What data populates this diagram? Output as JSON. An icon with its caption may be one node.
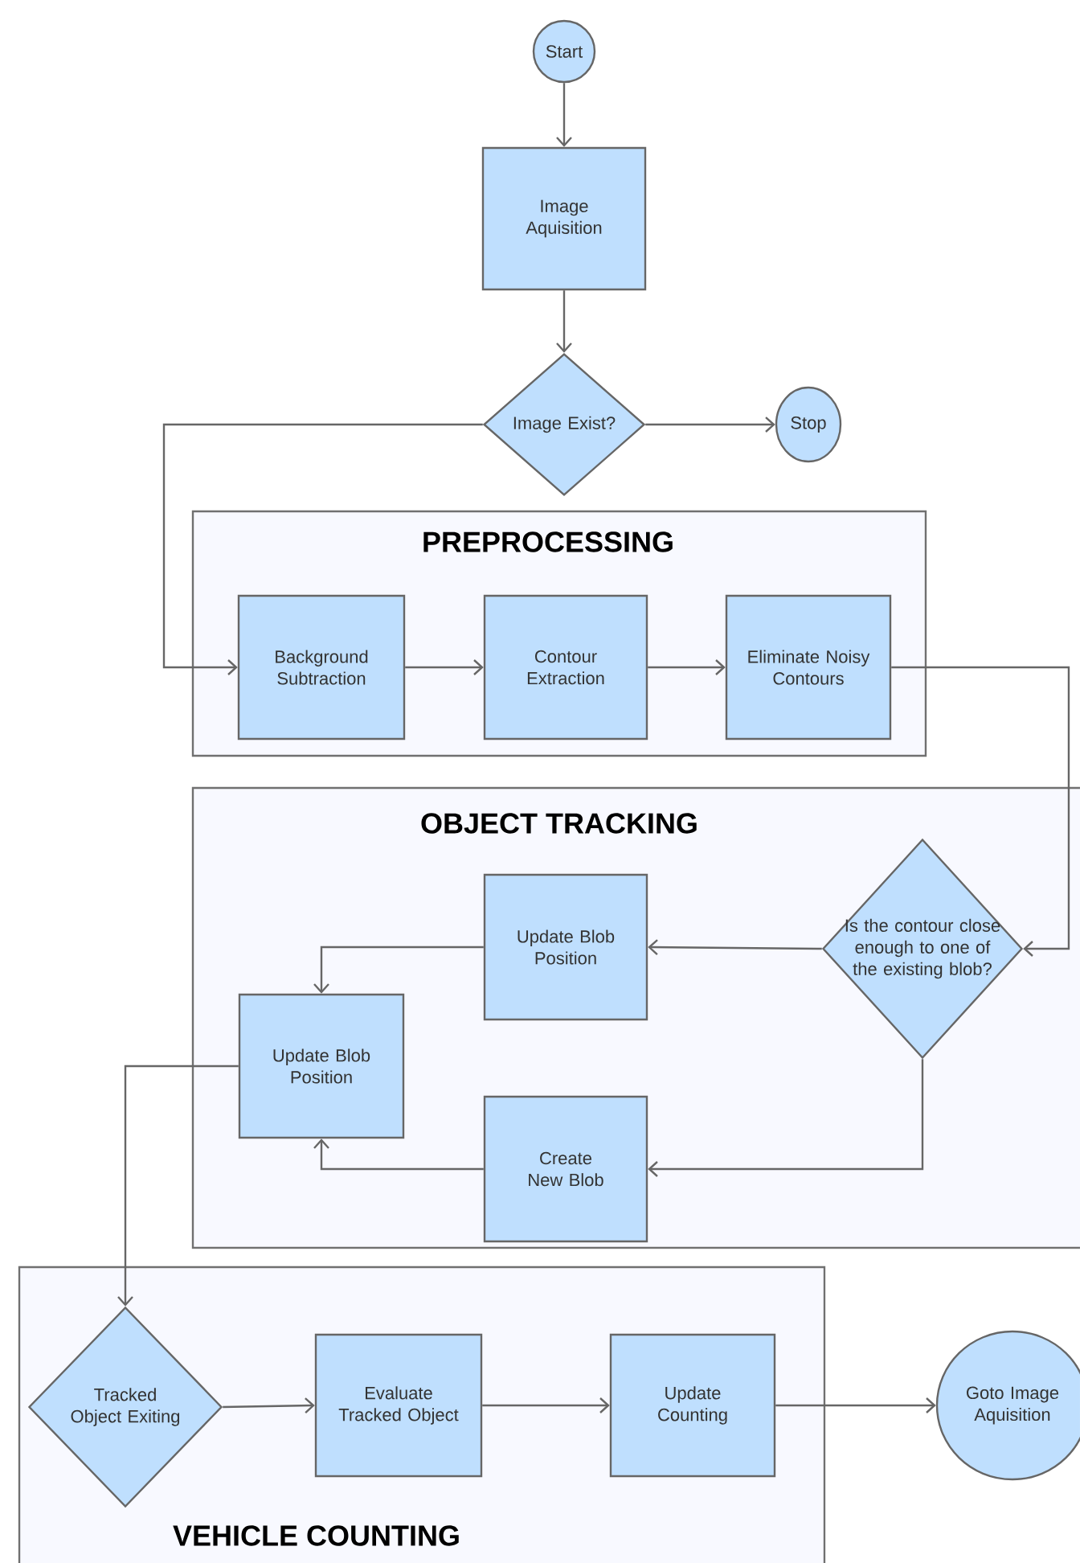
{
  "diagram": {
    "nodes": [
      {
        "text": [
          "Start"
        ]
      },
      {
        "text": [
          "Image Aquisition"
        ]
      },
      {
        "text": [
          "Image Exist?"
        ]
      },
      {
        "text": [
          "Stop"
        ]
      },
      {
        "text": [
          "PREPROCESSING"
        ]
      },
      {
        "text": [
          "Background Subtraction"
        ],
        "in": 4
      },
      {
        "text": [
          "Contour Extraction"
        ],
        "in": 4
      },
      {
        "text": [
          "Eliminate Noisy Contours"
        ],
        "in": 4
      },
      {
        "text": [
          "OBJECT TRACKING"
        ]
      },
      {
        "text": [
          "Update Blob Position"
        ],
        "in": 8
      },
      {
        "text": [
          "Is the contour close enough to one of the existing blob?"
        ],
        "in": 8
      },
      {
        "text": [
          "Update Blob Position"
        ],
        "in": 8
      },
      {
        "text": [
          "Create New Blob"
        ],
        "in": 8
      },
      {
        "text": [
          "VEHICLE COUNTING"
        ]
      },
      {
        "text": [
          "Tracked Object Exiting"
        ],
        "in": 13
      },
      {
        "text": [
          "Evaluate Tracked Object"
        ],
        "in": 13
      },
      {
        "text": [
          "Update Counting"
        ],
        "in": 13
      },
      {
        "text": [
          "Goto Image Aquisition"
        ]
      }
    ],
    "edges": [
      {
        "from": 0,
        "to": 1,
        "arrow": "to"
      },
      {
        "from": 1,
        "to": 2,
        "arrow": "to"
      },
      {
        "from": 2,
        "to": 3,
        "arrow": "to"
      },
      {
        "from": 2,
        "to": 5,
        "arrow": "to"
      },
      {
        "from": 5,
        "to": 6,
        "arrow": "to"
      },
      {
        "from": 6,
        "to": 7,
        "arrow": "to"
      },
      {
        "from": 7,
        "to": 10,
        "arrow": "to"
      },
      {
        "from": 10,
        "to": 9,
        "arrow": "to"
      },
      {
        "from": 10,
        "to": 12,
        "arrow": "to"
      },
      {
        "from": 9,
        "to": 11,
        "arrow": "to"
      },
      {
        "from": 12,
        "to": 11,
        "arrow": "to"
      },
      {
        "from": 11,
        "to": 14,
        "arrow": "to"
      },
      {
        "from": 14,
        "to": 15,
        "arrow": "to"
      },
      {
        "from": 15,
        "to": 16,
        "arrow": "to"
      },
      {
        "from": 16,
        "to": 17,
        "arrow": "to"
      }
    ]
  }
}
